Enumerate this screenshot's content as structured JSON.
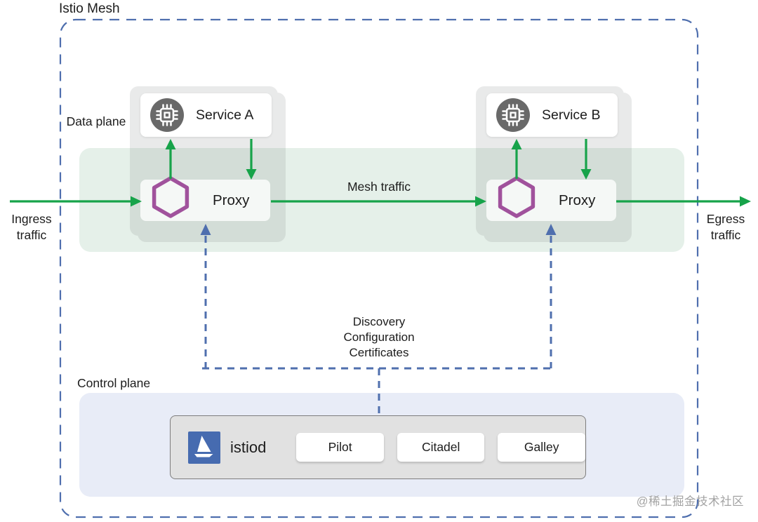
{
  "diagram": {
    "title": "Istio Mesh",
    "labels": {
      "data_plane": "Data plane",
      "control_plane": "Control plane",
      "ingress": "Ingress traffic",
      "egress": "Egress traffic",
      "mesh_traffic": "Mesh traffic",
      "discovery": [
        "Discovery",
        "Configuration",
        "Certificates"
      ]
    },
    "pods": [
      {
        "service": "Service A",
        "proxy": "Proxy"
      },
      {
        "service": "Service B",
        "proxy": "Proxy"
      }
    ],
    "control": {
      "name": "istiod",
      "components": [
        "Pilot",
        "Citadel",
        "Galley"
      ]
    },
    "watermark": "@稀土掘金技术社区",
    "colors": {
      "arrow_green": "#17a34a",
      "dashed_blue": "#4f6fae",
      "hexagon_purple": "#a0529c",
      "istio_logo_blue": "#466bb0",
      "service_icon_gray": "#696969",
      "data_plane_bg": "#e5f0e9",
      "control_plane_bg": "#e8ecf7"
    }
  }
}
